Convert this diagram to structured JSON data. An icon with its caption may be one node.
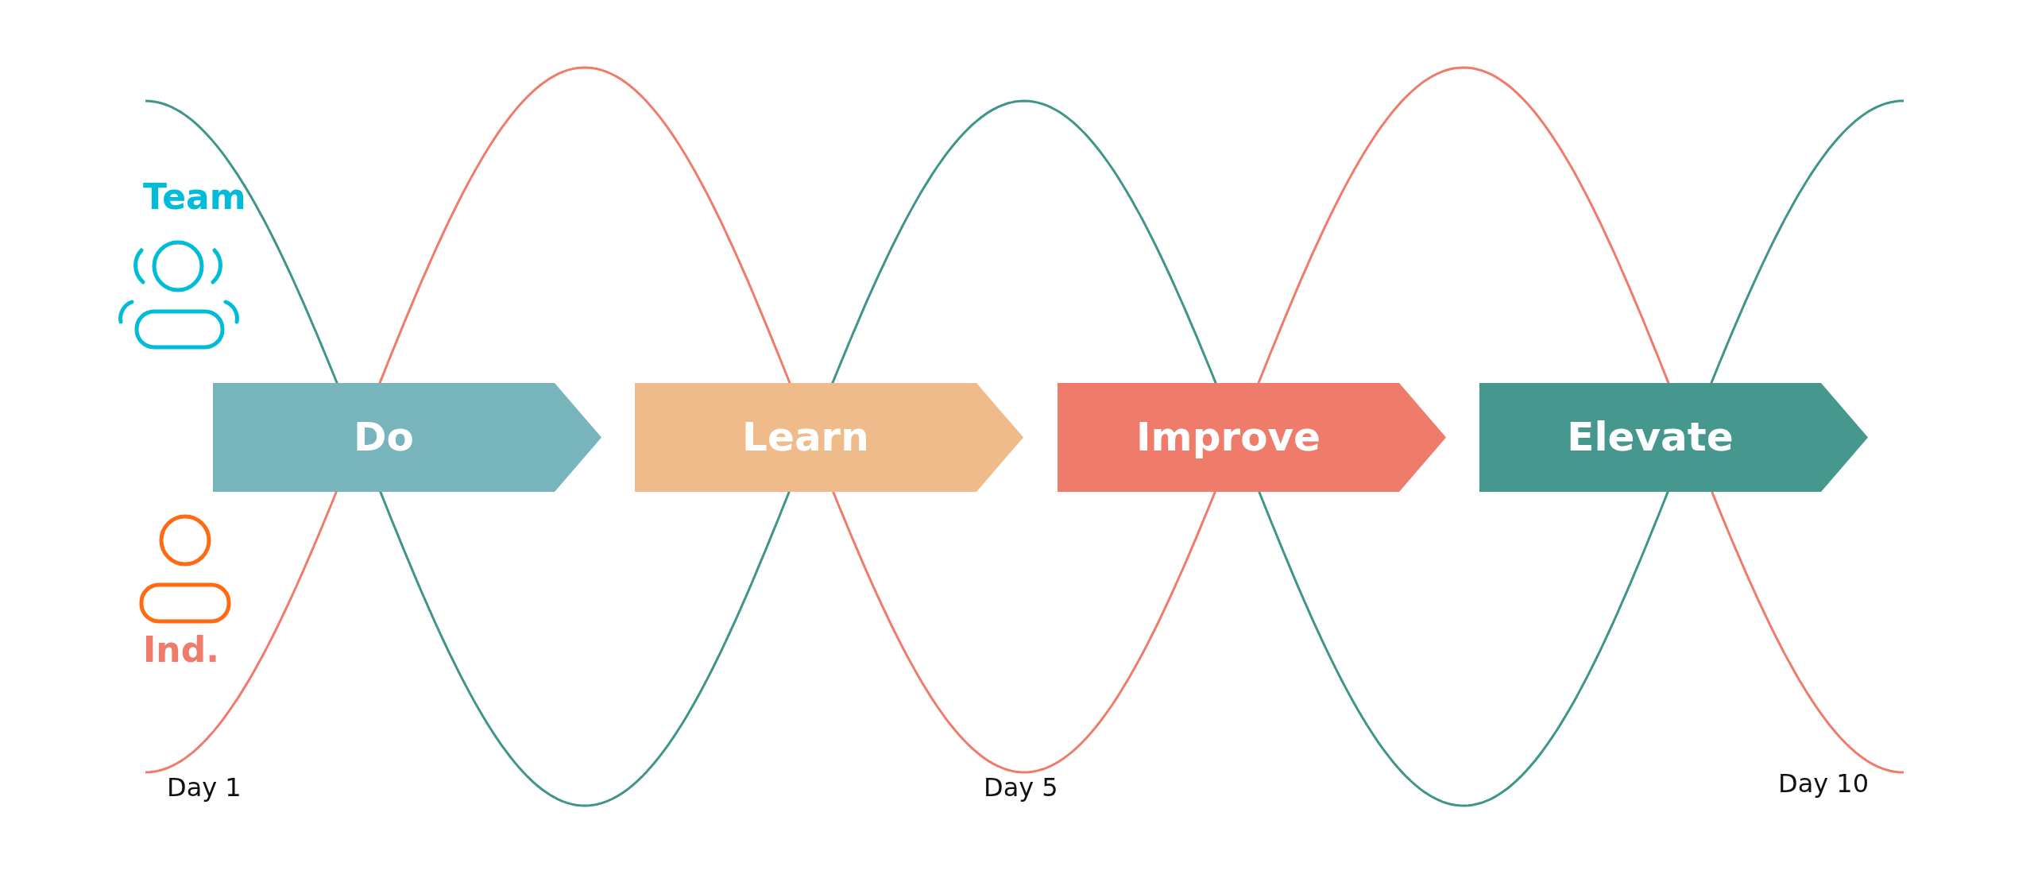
{
  "diagram": {
    "nodes": [
      {
        "text": [
          "Do"
        ]
      },
      {
        "text": [
          "Learn"
        ]
      },
      {
        "text": [
          "Improve"
        ]
      },
      {
        "text": [
          "Elevate"
        ]
      }
    ],
    "labels": [
      "Team",
      "Ind.",
      "Day 1",
      "Day 5",
      "Day 10"
    ]
  }
}
